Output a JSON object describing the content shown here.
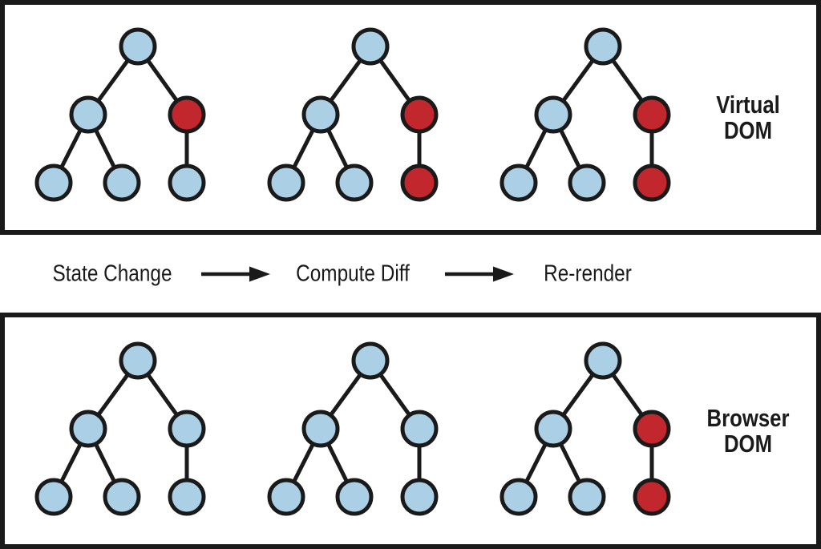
{
  "colors": {
    "ink": "#1a1a1a",
    "blue": "#abd0e6",
    "red": "#c1272d"
  },
  "panels": [
    {
      "label": "Virtual DOM",
      "trees": [
        {
          "nodes": [
            "blue",
            "blue",
            "red",
            "blue",
            "blue",
            "blue"
          ]
        },
        {
          "nodes": [
            "blue",
            "blue",
            "red",
            "blue",
            "blue",
            "red"
          ]
        },
        {
          "nodes": [
            "blue",
            "blue",
            "red",
            "blue",
            "blue",
            "red"
          ]
        }
      ]
    },
    {
      "label": "Browser DOM",
      "trees": [
        {
          "nodes": [
            "blue",
            "blue",
            "blue",
            "blue",
            "blue",
            "blue"
          ]
        },
        {
          "nodes": [
            "blue",
            "blue",
            "blue",
            "blue",
            "blue",
            "blue"
          ]
        },
        {
          "nodes": [
            "blue",
            "blue",
            "red",
            "blue",
            "blue",
            "red"
          ]
        }
      ]
    }
  ],
  "flow": {
    "steps": [
      "State Change",
      "Compute Diff",
      "Re-render"
    ]
  }
}
